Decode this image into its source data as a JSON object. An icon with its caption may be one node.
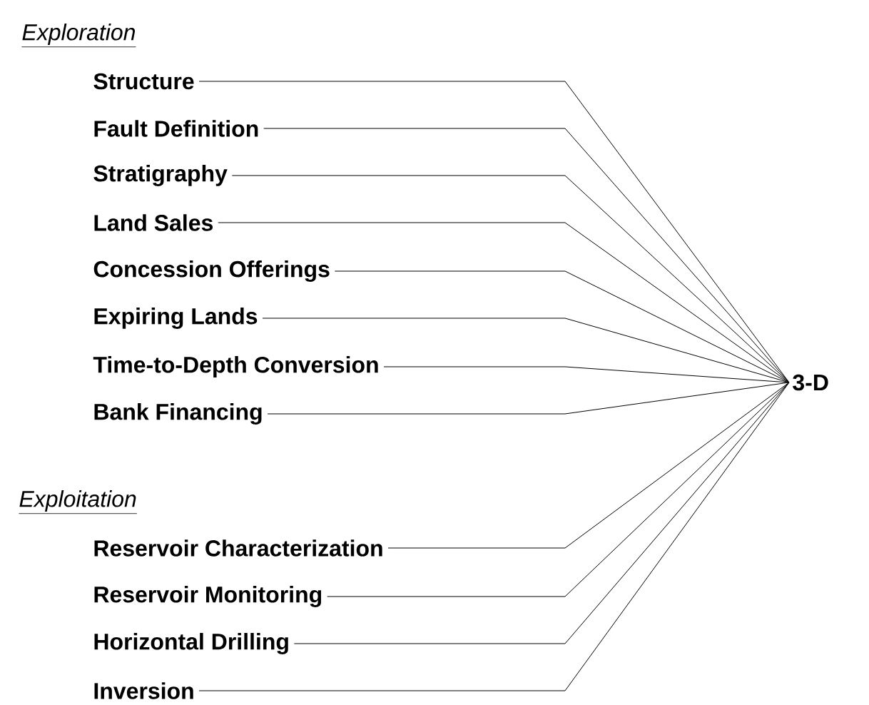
{
  "diagram": {
    "nodes": [
      {
        "text": [
          "Structure"
        ]
      },
      {
        "text": [
          "Fault Definition"
        ]
      },
      {
        "text": [
          "Stratigraphy"
        ]
      },
      {
        "text": [
          "Land Sales"
        ]
      },
      {
        "text": [
          "Concession Offerings"
        ]
      },
      {
        "text": [
          "Expiring Lands"
        ]
      },
      {
        "text": [
          "Time-to-Depth Conversion"
        ]
      },
      {
        "text": [
          "Bank Financing"
        ]
      },
      {
        "text": [
          "Reservoir Characterization"
        ]
      },
      {
        "text": [
          "Reservoir Monitoring"
        ]
      },
      {
        "text": [
          "Horizontal Drilling"
        ]
      },
      {
        "text": [
          "Inversion"
        ]
      },
      {
        "text": [
          "3-D"
        ]
      }
    ],
    "edges": [
      {
        "from": 0,
        "to": 12,
        "arrow": "none"
      },
      {
        "from": 1,
        "to": 12,
        "arrow": "none"
      },
      {
        "from": 2,
        "to": 12,
        "arrow": "none"
      },
      {
        "from": 3,
        "to": 12,
        "arrow": "none"
      },
      {
        "from": 4,
        "to": 12,
        "arrow": "none"
      },
      {
        "from": 5,
        "to": 12,
        "arrow": "none"
      },
      {
        "from": 6,
        "to": 12,
        "arrow": "none"
      },
      {
        "from": 7,
        "to": 12,
        "arrow": "none"
      },
      {
        "from": 8,
        "to": 12,
        "arrow": "none"
      },
      {
        "from": 9,
        "to": 12,
        "arrow": "none"
      },
      {
        "from": 10,
        "to": 12,
        "arrow": "none"
      },
      {
        "from": 11,
        "to": 12,
        "arrow": "none"
      }
    ],
    "labels": [
      "Exploration",
      "Exploitation"
    ]
  }
}
